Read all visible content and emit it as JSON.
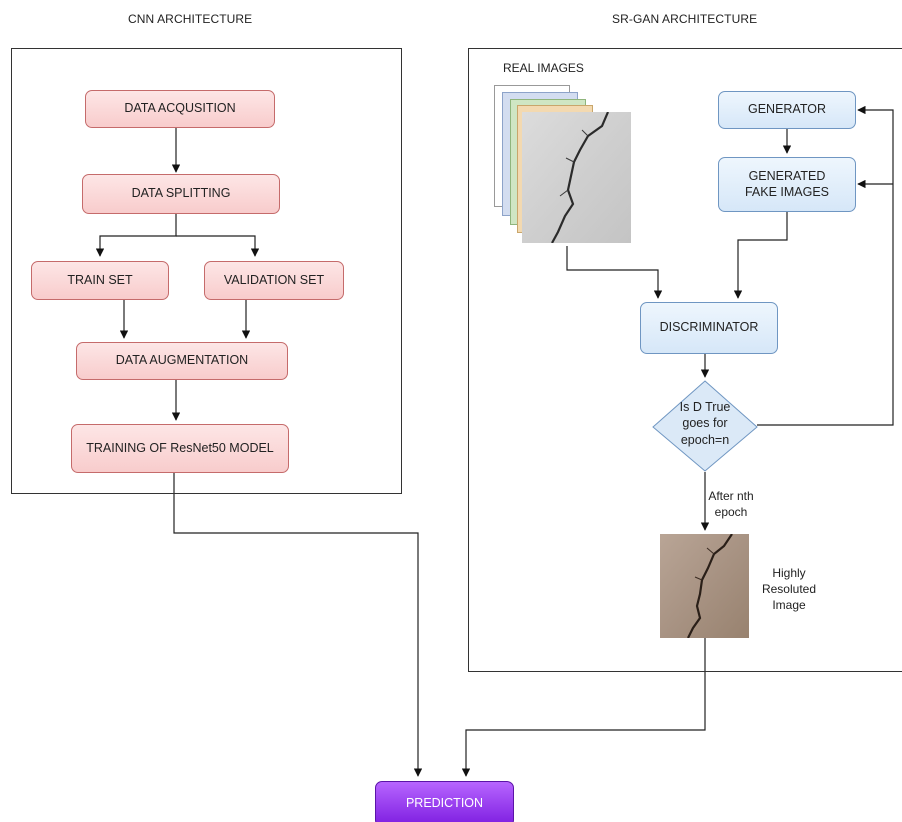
{
  "titles": {
    "cnn": "CNN ARCHITECTURE",
    "srgan": "SR-GAN ARCHITECTURE"
  },
  "cnn": {
    "data_acquisition": "DATA ACQUSITION",
    "data_splitting": "DATA SPLITTING",
    "train_set": "TRAIN SET",
    "validation_set": "VALIDATION SET",
    "data_augmentation": "DATA AUGMENTATION",
    "training": "TRAINING OF ResNet50 MODEL"
  },
  "srgan": {
    "real_images": "REAL IMAGES",
    "generator": "GENERATOR",
    "generated_fake_images": "GENERATED FAKE IMAGES",
    "discriminator": "DISCRIMINATOR",
    "decision": "Is D True goes for epoch=n",
    "after_epoch": "After nth epoch",
    "high_res_image": "Highly Resoluted Image"
  },
  "output": {
    "prediction": "PREDICTION"
  },
  "colors": {
    "cnn_node_fill": "#f8cccc",
    "cnn_node_border": "#c56b6b",
    "gan_node_fill": "#d6e7f8",
    "gan_node_border": "#6f96c2",
    "prediction_fill": "#9a3cf2",
    "image_stack": [
      "#f3d9b0",
      "#cfe6c3",
      "#d3ddf0"
    ]
  }
}
